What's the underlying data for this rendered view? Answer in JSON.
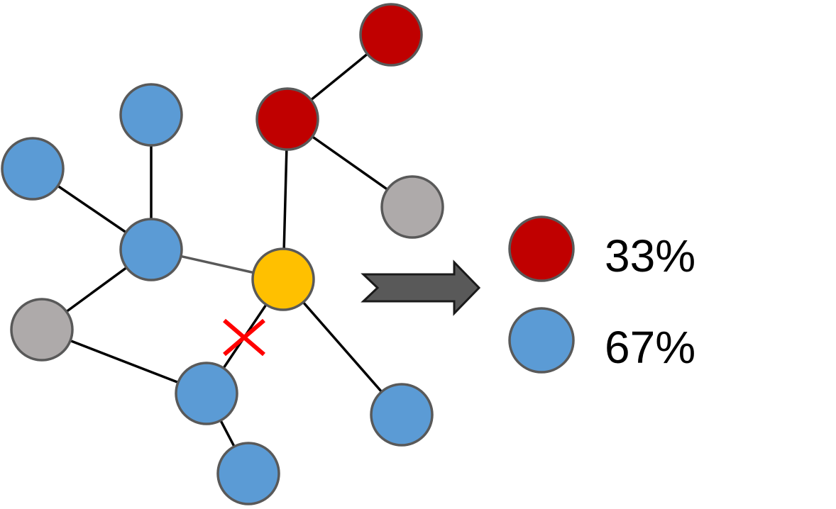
{
  "colors": {
    "red": "#c00000",
    "blue": "#5b9bd5",
    "gray": "#aeaaaa",
    "gold": "#ffc000",
    "outline": "#595959",
    "edge": "#000000",
    "cut_mark": "#ff0000",
    "arrow": "#595959"
  },
  "nodes": [
    {
      "id": "red-top",
      "color": "red"
    },
    {
      "id": "red-mid",
      "color": "red"
    },
    {
      "id": "gray-right",
      "color": "gray"
    },
    {
      "id": "blue-top",
      "color": "blue"
    },
    {
      "id": "blue-left",
      "color": "blue"
    },
    {
      "id": "blue-hub",
      "color": "blue"
    },
    {
      "id": "gray-left",
      "color": "gray"
    },
    {
      "id": "gold-center",
      "color": "gold"
    },
    {
      "id": "blue-bottom-mid",
      "color": "blue"
    },
    {
      "id": "blue-bottom-right",
      "color": "blue"
    },
    {
      "id": "blue-bottom",
      "color": "blue"
    }
  ],
  "edges": [
    {
      "from": "red-top",
      "to": "red-mid"
    },
    {
      "from": "red-mid",
      "to": "gray-right"
    },
    {
      "from": "red-mid",
      "to": "gold-center"
    },
    {
      "from": "blue-top",
      "to": "blue-hub"
    },
    {
      "from": "blue-left",
      "to": "blue-hub"
    },
    {
      "from": "blue-hub",
      "to": "gold-center"
    },
    {
      "from": "blue-hub",
      "to": "gray-left"
    },
    {
      "from": "gray-left",
      "to": "blue-bottom-mid"
    },
    {
      "from": "gold-center",
      "to": "blue-bottom-mid",
      "cut": true
    },
    {
      "from": "gold-center",
      "to": "blue-bottom-right"
    },
    {
      "from": "blue-bottom-mid",
      "to": "blue-bottom"
    }
  ],
  "legend": [
    {
      "color": "red",
      "label": "33%"
    },
    {
      "color": "blue",
      "label": "67%"
    }
  ]
}
